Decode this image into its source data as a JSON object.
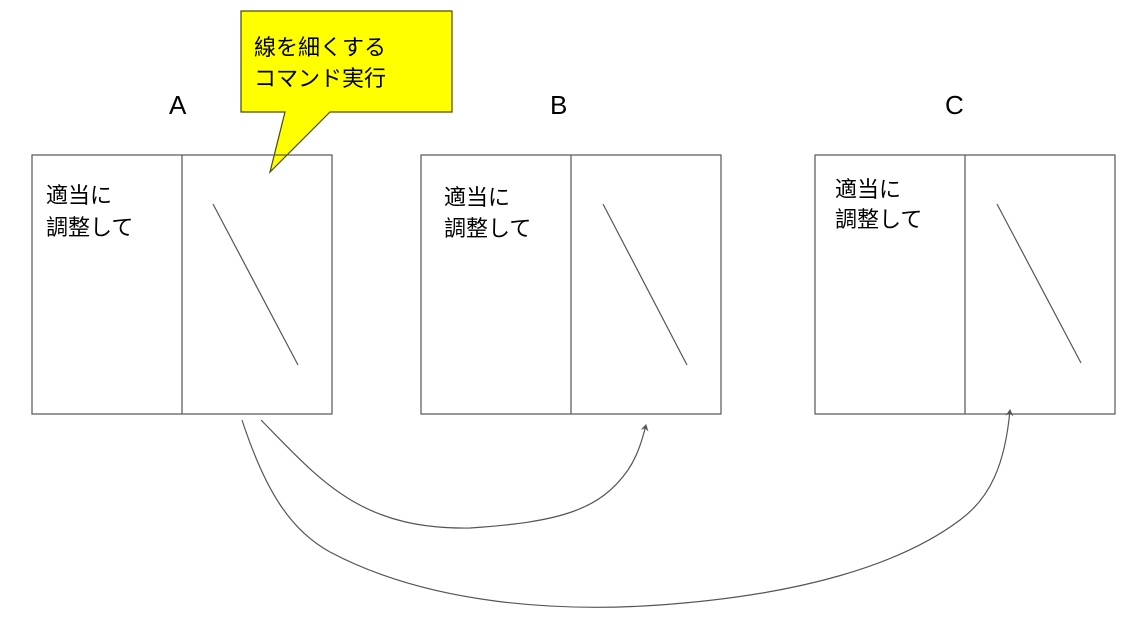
{
  "diagram": {
    "callout": {
      "line1": "線を細くする",
      "line2": "コマンド実行",
      "fill": "#ffff00",
      "stroke": "#4a4a00"
    },
    "panels": [
      {
        "label": "A",
        "text_line1": "適当に",
        "text_line2": "調整して"
      },
      {
        "label": "B",
        "text_line1": "適当に",
        "text_line2": "調整して"
      },
      {
        "label": "C",
        "text_line1": "適当に",
        "text_line2": "調整して"
      }
    ],
    "line_color": "#555555",
    "arrow_color": "#555555"
  }
}
